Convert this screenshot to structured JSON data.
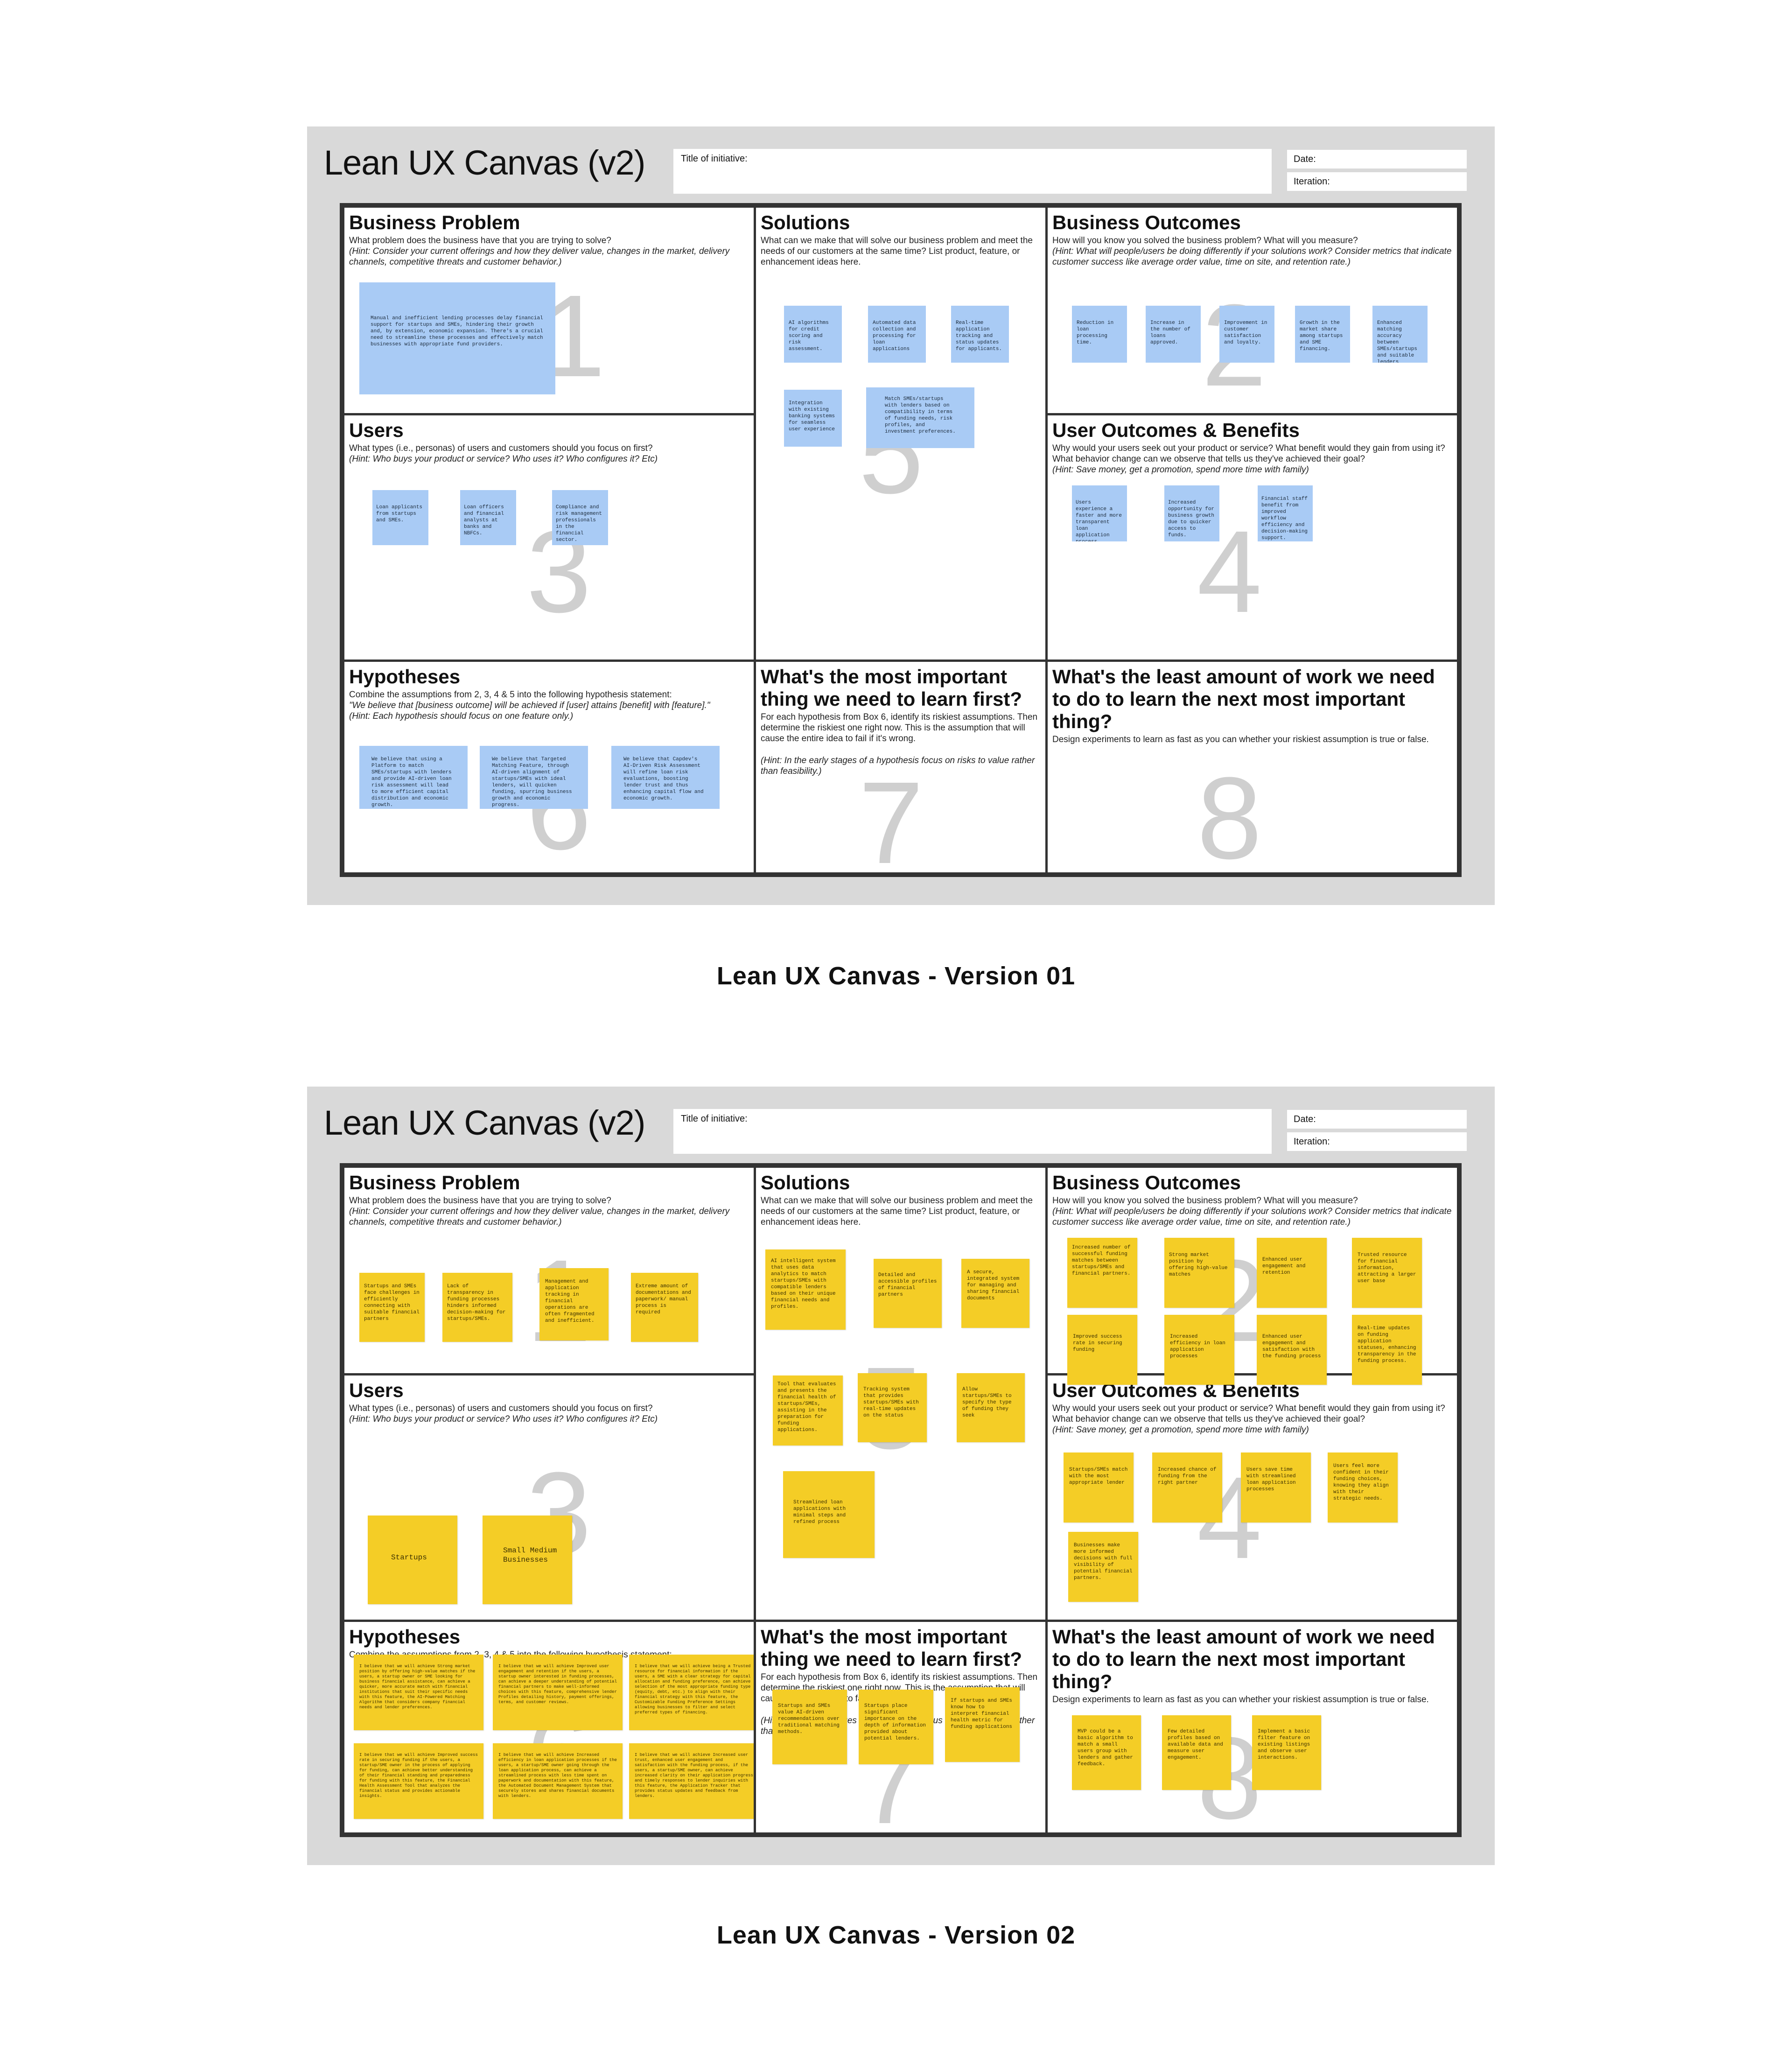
{
  "canvas_title": "Lean UX Canvas (v2)",
  "form": {
    "title_label": "Title of initiative:",
    "date_label": "Date:",
    "iteration_label": "Iteration:"
  },
  "sections": {
    "b1": {
      "title": "Business Problem",
      "desc": "What problem does the business have that you are trying to solve?",
      "hint": "(Hint: Consider your current offerings and how they deliver value, changes in the market, delivery channels, competitive threats and customer behavior.)",
      "number": "1"
    },
    "b2": {
      "title": "Business Outcomes",
      "desc": "How will you know you solved the business problem? What will you measure?",
      "hint": "(Hint: What will people/users be doing differently if your solutions work? Consider metrics that indicate customer success like average order value, time on site, and retention rate.)",
      "number": "2"
    },
    "b3": {
      "title": "Users",
      "desc": "What types (i.e., personas) of users and customers should you focus on first?",
      "hint": "(Hint: Who buys your product or service? Who uses it? Who configures it? Etc)",
      "number": "3"
    },
    "b4": {
      "title": "User Outcomes & Benefits",
      "desc": "Why would your users seek out your product or service? What benefit would they gain from using it? What behavior change can we observe that tells us they've achieved their goal?",
      "hint": "(Hint: Save money, get a promotion, spend more time with family)",
      "number": "4"
    },
    "b5": {
      "title": "Solutions",
      "desc": "What can we make that will solve our business problem and meet the needs of our customers at the same time? List product, feature, or enhancement ideas here.",
      "hint": "",
      "number": "5"
    },
    "b6": {
      "title": "Hypotheses",
      "desc": "Combine the assumptions from 2, 3, 4 & 5 into the following hypothesis statement:",
      "desc2": "\"We believe that [business outcome] will be achieved if [user] attains [benefit] with [feature].\"",
      "hint": "(Hint: Each hypothesis should focus on one feature only.)",
      "number": "6"
    },
    "b7": {
      "title": "What's the most important thing we need to learn first?",
      "desc": "For each hypothesis from Box 6, identify its riskiest assumptions. Then determine the riskiest one right now. This is the assumption that will cause the entire idea to fail if it's wrong.",
      "hint": "(Hint: In the early stages of a hypothesis focus on risks to value rather than feasibility.)",
      "number": "7"
    },
    "b8": {
      "title": "What's the least amount of work we need to do to learn the next most important thing?",
      "desc": "Design experiments to learn as fast as you can whether your riskiest assumption is true or false.",
      "hint": "",
      "number": "8"
    }
  },
  "v1": {
    "caption": "Lean UX Canvas - Version 01",
    "notes": {
      "bp": [
        "Manual and inefficient lending processes delay financial support for startups and SMEs, hindering their growth and, by extension, economic expansion. There's a crucial need to streamline these processes and effectively match businesses with appropriate fund providers."
      ],
      "bo": [
        "Reduction in loan processing time.",
        "Increase in the number of loans approved.",
        "Improvement in customer satisfaction and loyalty.",
        "Growth in the market share among startups and SME financing.",
        "Enhanced matching accuracy between SMEs/startups and suitable lenders"
      ],
      "us": [
        "Loan applicants from startups and SMEs.",
        "Loan officers and financial analysts at banks and NBFCs.",
        "Compliance and risk management professionals in the financial sector."
      ],
      "uo": [
        "Users experience a faster and more transparent loan application process.",
        "Increased opportunity for business growth due to quicker access to funds.",
        "Financial staff benefit from improved workflow efficiency and decision-making support."
      ],
      "so": [
        "AI algorithms for credit scoring and risk assessment.",
        "Automated data collection and processing for loan applications",
        "Real-time application tracking and status updates for applicants.",
        "Integration with existing banking systems for seamless user experience",
        "Match SMEs/startups with lenders based on compatibility in terms of funding needs, risk profiles, and investment preferences."
      ],
      "hy": [
        "We believe that using a Platform to match SMEs/startups with lenders and provide AI-driven loan risk assessment will lead to more efficient capital distribution and economic growth.",
        "We believe that Targeted Matching Feature, through AI-driven alignment of startups/SMEs with ideal lenders, will quicken funding, spurring business growth and economic progress.",
        "We believe that Capdev's AI-Driven Risk Assessment will refine loan risk evaluations, boosting lender trust and thus enhancing capital flow and economic growth."
      ]
    }
  },
  "v2": {
    "caption": "Lean UX Canvas - Version 02",
    "notes": {
      "bp": [
        "Startups and SMEs face challenges in efficiently connecting with suitable financial partners",
        "Lack of transparency in funding processes hinders informed decision-making for startups/SMEs.",
        "Management and application tracking in financial operations are often fragmented and inefficient.",
        "Extreme amount of documentations and paperwork/ manual process is required"
      ],
      "bo": [
        "Increased number of successful funding matches between startups/SMEs and financial partners.",
        "Strong market position by offering high-value matches",
        "Enhanced user engagement and retention",
        "Trusted resource for financial information, attracting a larger user base",
        "Improved success rate in securing funding",
        "Increased efficiency in loan application processes",
        "Enhanced user engagement and satisfaction with the funding process",
        "Real-time updates on funding application statuses, enhancing transparency in the funding process."
      ],
      "us": [
        "Startups",
        "Small Medium Businesses"
      ],
      "uo": [
        "Startups/SMEs match with the most appropriate lender",
        "Increased chance of funding from the right partner",
        "Users save time with streamlined loan application processes",
        "Users feel more confident in their funding choices, knowing they align with their strategic needs.",
        "Businesses make more informed decisions with full visibility of potential financial partners."
      ],
      "so": [
        "AI intelligent system that uses data analytics to match startups/SMEs with compatible lenders based on their unique financial needs and profiles.",
        "Detailed and accessible profiles of financial partners",
        "A secure, integrated system for managing and sharing financial documents",
        "Tool that evaluates and presents the financial health of startups/SMEs, assisting in the preparation for funding applications.",
        "Tracking system that provides startups/SMEs with real-time updates on the status",
        "Allow startups/SMEs to specify the type of funding they seek",
        "Streamlined loan applications with minimal steps and refined process"
      ],
      "hy": [
        "I believe that we will achieve Strong market position by offering high-value matches if the users, a startup owner or SME looking for business financial assistance, can achieve a quicker, more accurate match with financial institutions that suit their specific needs with this feature, the AI-Powered Matching Algorithm that considers company financial needs and lender preferences.",
        "I believe that we will achieve Improved user engagement and retention if the users, a startup owner interested in funding processes, can achieve a deeper understanding of potential financial partners to make well-informed choices with this feature, comprehensive lender Profiles detailing history, payment offerings, terms, and customer reviews.",
        "I believe that we will achieve being a Trusted resource for financial information if the users, a SME with a clear strategy for capital allocation and funding preference, can achieve selection of the most appropriate funding type (equity, debt, etc.) to align with their financial strategy with this feature, the Customizable Funding Preference Settings allowing businesses to filter and select preferred types of financing.",
        "I believe that we will achieve Improved success rate in securing funding if the users, a startup/SME owner in the process of applying for funding, can achieve better understanding of their financial standing and preparedness for funding with this feature, the Financial Health Assessment Tool that analyzes the financial status and provides actionable insights.",
        "I believe that we will achieve Increased efficiency in loan application processes if the users, a startup/SME owner going through the loan application process, can achieve a streamlined process with less time spent on paperwork and documentation with this feature, the Automated Document Management System that securely stores and shares financial documents with lenders.",
        "I believe that we will achieve Increased user trust, enhanced user engagement and satisfaction with the funding process, if the users, a startup/SME owner, can achieve increased clarity on their application progress and timely responses to lender inquiries with this feature, the Application Tracker that provides status updates and feedback from lenders."
      ],
      "im": [
        "Startups and SMEs value AI-driven recommendations over traditional matching methods.",
        "Startups place significant importance on the depth of information provided about potential lenders.",
        "If startups and SMEs know how to interpret financial health metric for funding applications"
      ],
      "le": [
        "MVP could be a basic algorithm to match a small users group with lenders and gather feedback.",
        "Few detailed profiles based on available data and measure user engagement.",
        "Implement a basic filter feature on existing listings and observe user interactions."
      ]
    }
  }
}
